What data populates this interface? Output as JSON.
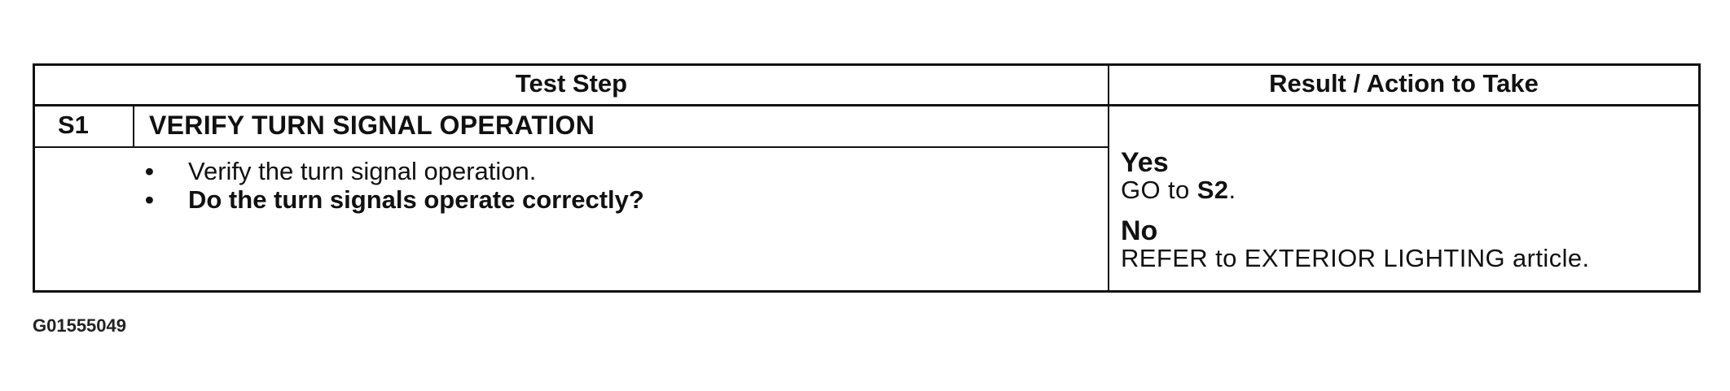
{
  "table": {
    "header_test_step": "Test Step",
    "header_result": "Result / Action to Take",
    "step": {
      "id": "S1",
      "title": "VERIFY TURN SIGNAL OPERATION",
      "bullets": [
        {
          "text": "Verify the turn signal operation.",
          "bold": false
        },
        {
          "text": "Do the turn signals operate correctly?",
          "bold": true
        }
      ]
    },
    "results": [
      {
        "label": "Yes",
        "action_prefix": "GO to ",
        "action_bold": "S2",
        "action_suffix": "."
      },
      {
        "label": "No",
        "action_prefix": "REFER to EXTERIOR LIGHTING article.",
        "action_bold": "",
        "action_suffix": ""
      }
    ]
  },
  "figure_id": "G01555049"
}
